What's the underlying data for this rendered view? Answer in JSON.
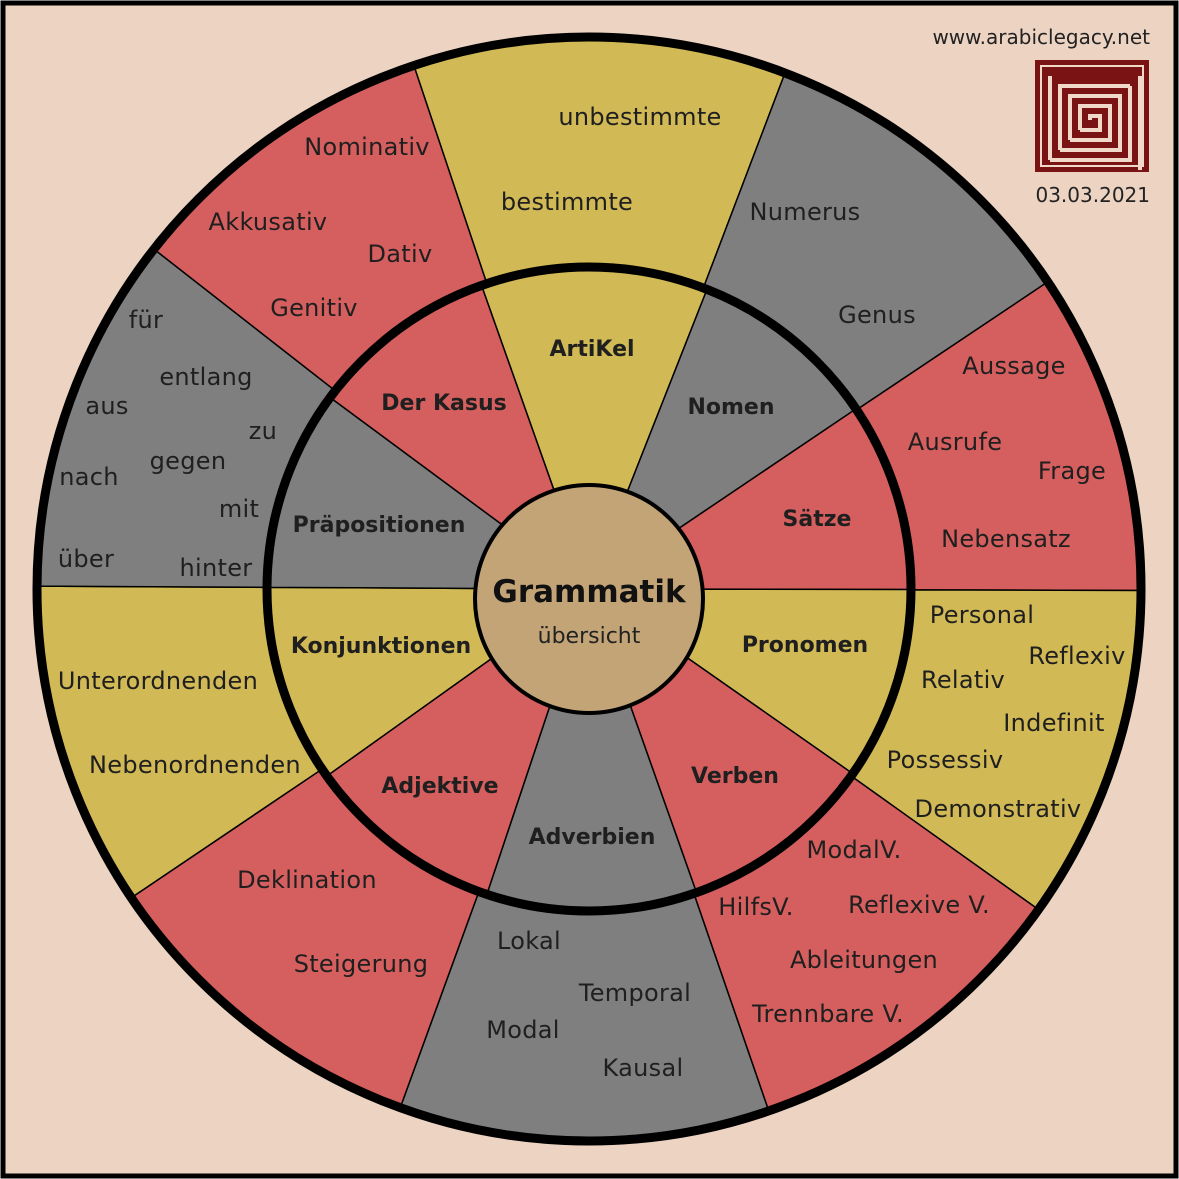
{
  "site_url": "www.arabiclegacy.net",
  "date": "03.03.2021",
  "logo_icon": "arabic-calligraphy-logo-icon",
  "center": {
    "title": "Grammatik",
    "subtitle": "übersicht"
  },
  "colors": {
    "background": "#ecd3c2",
    "red": "#d45f5e",
    "yellow": "#d1b956",
    "gray": "#7f7f7f",
    "hub": "#c3a477",
    "ring": "#000000",
    "logo": "#7a1313"
  },
  "categories": [
    {
      "name": "ArtiKel",
      "color": "yellow",
      "items": [
        "unbestimmte",
        "bestimmte"
      ]
    },
    {
      "name": "Nomen",
      "color": "gray",
      "items": [
        "Numerus",
        "Genus"
      ]
    },
    {
      "name": "Sätze",
      "color": "red",
      "items": [
        "Aussage",
        "Ausrufe",
        "Frage",
        "Nebensatz"
      ]
    },
    {
      "name": "Pronomen",
      "color": "yellow",
      "items": [
        "Personal",
        "Reflexiv",
        "Relativ",
        "Indefinit",
        "Possessiv",
        "Demonstrativ"
      ]
    },
    {
      "name": "Verben",
      "color": "red",
      "items": [
        "ModalV.",
        "HilfsV.",
        "Reflexive V.",
        "Ableitungen",
        "Trennbare V."
      ]
    },
    {
      "name": "Adverbien",
      "color": "gray",
      "items": [
        "Lokal",
        "Temporal",
        "Modal",
        "Kausal"
      ]
    },
    {
      "name": "Adjektive",
      "color": "red",
      "items": [
        "Deklination",
        "Steigerung"
      ]
    },
    {
      "name": "Konjunktionen",
      "color": "yellow",
      "items": [
        "Unterordnenden",
        "Nebenordnenden"
      ]
    },
    {
      "name": "Präpositionen",
      "color": "gray",
      "items": [
        "für",
        "entlang",
        "aus",
        "zu",
        "gegen",
        "nach",
        "mit",
        "über",
        "hinter"
      ]
    },
    {
      "name": "Der Kasus",
      "color": "red",
      "items": [
        "Nominativ",
        "Akkusativ",
        "Dativ",
        "Genitiv"
      ]
    }
  ]
}
